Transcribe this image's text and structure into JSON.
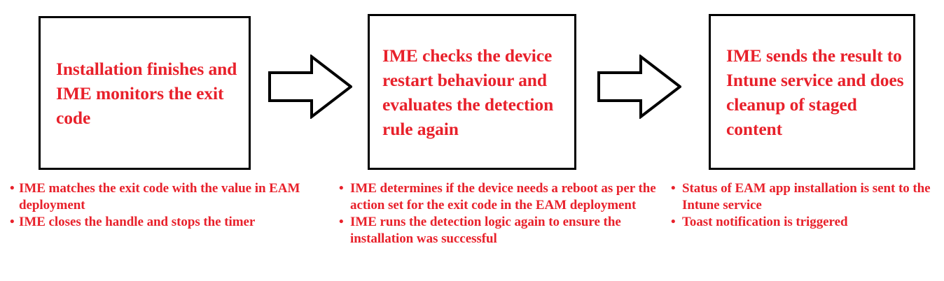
{
  "colors": {
    "text_red": "#E8212B",
    "outline_black": "#000000",
    "background": "#FFFFFF"
  },
  "icons": {
    "bullet": "•",
    "arrow": "right-block-arrow"
  },
  "stages": [
    {
      "id": "stage-1",
      "box_text": "Installation finishes and IME monitors the exit code",
      "bullets": [
        "IME matches the exit code with the value in EAM deployment",
        "IME closes the handle and stops the timer"
      ]
    },
    {
      "id": "stage-2",
      "box_text": "IME checks the device restart behaviour and evaluates the detection rule again",
      "bullets": [
        "IME determines if the device needs a reboot as per the action set for the exit code in the EAM deployment",
        "IME runs the detection logic again to ensure the installation was successful"
      ]
    },
    {
      "id": "stage-3",
      "box_text": "IME sends the result to Intune service and does cleanup of staged content",
      "bullets": [
        "Status of EAM app installation is sent to the Intune service",
        "Toast notification is triggered"
      ]
    }
  ],
  "connectors": [
    {
      "id": "connector-1",
      "from": "stage-1",
      "to": "stage-2",
      "shape": "right-block-arrow"
    },
    {
      "id": "connector-2",
      "from": "stage-2",
      "to": "stage-3",
      "shape": "right-block-arrow"
    }
  ]
}
